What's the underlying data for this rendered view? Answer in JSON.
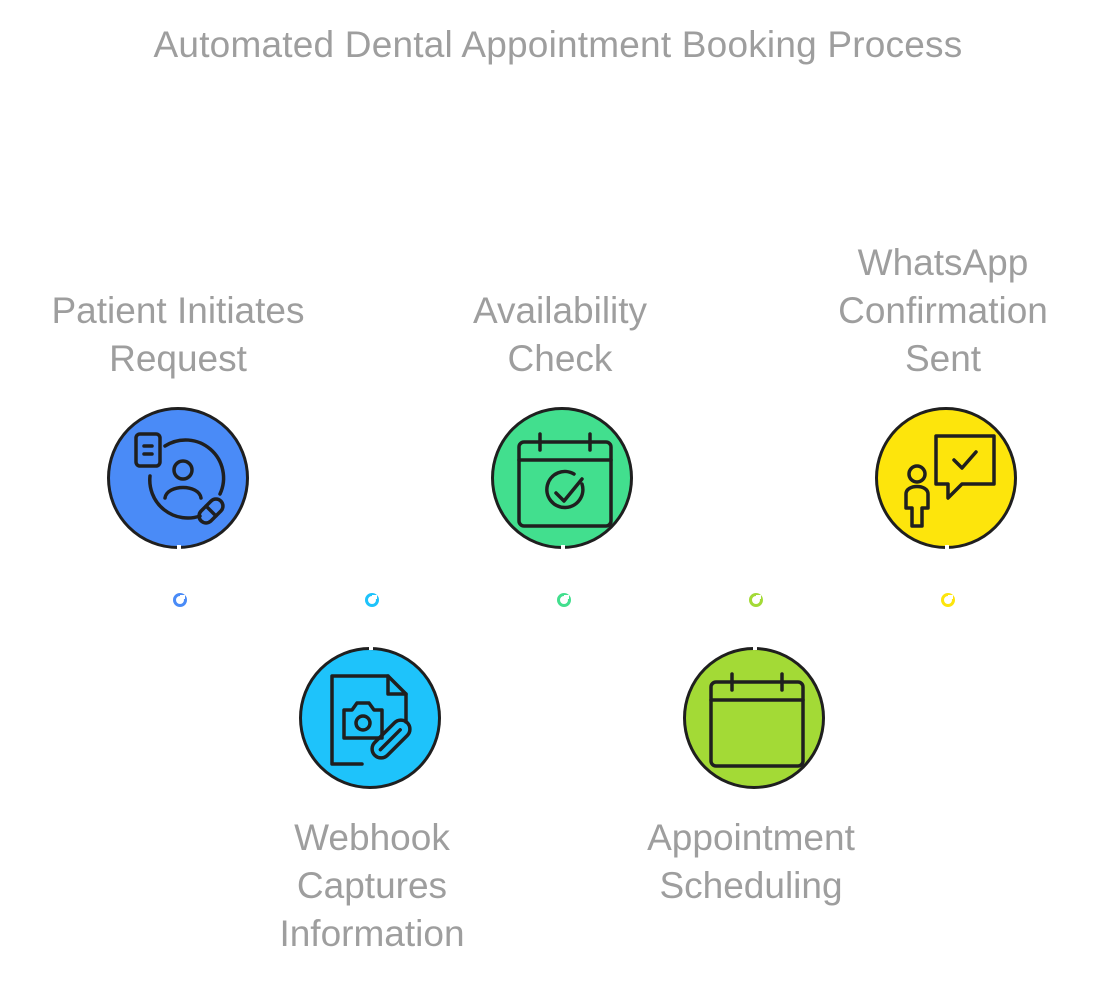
{
  "title": "Automated Dental Appointment Booking Process",
  "colors": {
    "text": "#9e9e9e",
    "outline": "#1f1f1f",
    "blue": "#4a8bf7",
    "cyan": "#1ec3fb",
    "green": "#42df8e",
    "lime": "#a3da36",
    "yellow": "#fde50c"
  },
  "steps": [
    {
      "name": "patient-initiates-request",
      "lines": [
        "Patient Initiates",
        "Request"
      ],
      "color": "#4a8bf7",
      "icon": "patient-document-icon"
    },
    {
      "name": "webhook-captures-information",
      "lines": [
        "Webhook",
        "Captures",
        "Information"
      ],
      "color": "#1ec3fb",
      "icon": "file-camera-attachment-icon"
    },
    {
      "name": "availability-check",
      "lines": [
        "Availability",
        "Check"
      ],
      "color": "#42df8e",
      "icon": "calendar-check-icon"
    },
    {
      "name": "appointment-scheduling",
      "lines": [
        "Appointment",
        "Scheduling"
      ],
      "color": "#a3da36",
      "icon": "calendar-icon"
    },
    {
      "name": "whatsapp-confirmation-sent",
      "lines": [
        "WhatsApp",
        "Confirmation",
        "Sent"
      ],
      "color": "#fde50c",
      "icon": "person-message-check-icon"
    }
  ]
}
